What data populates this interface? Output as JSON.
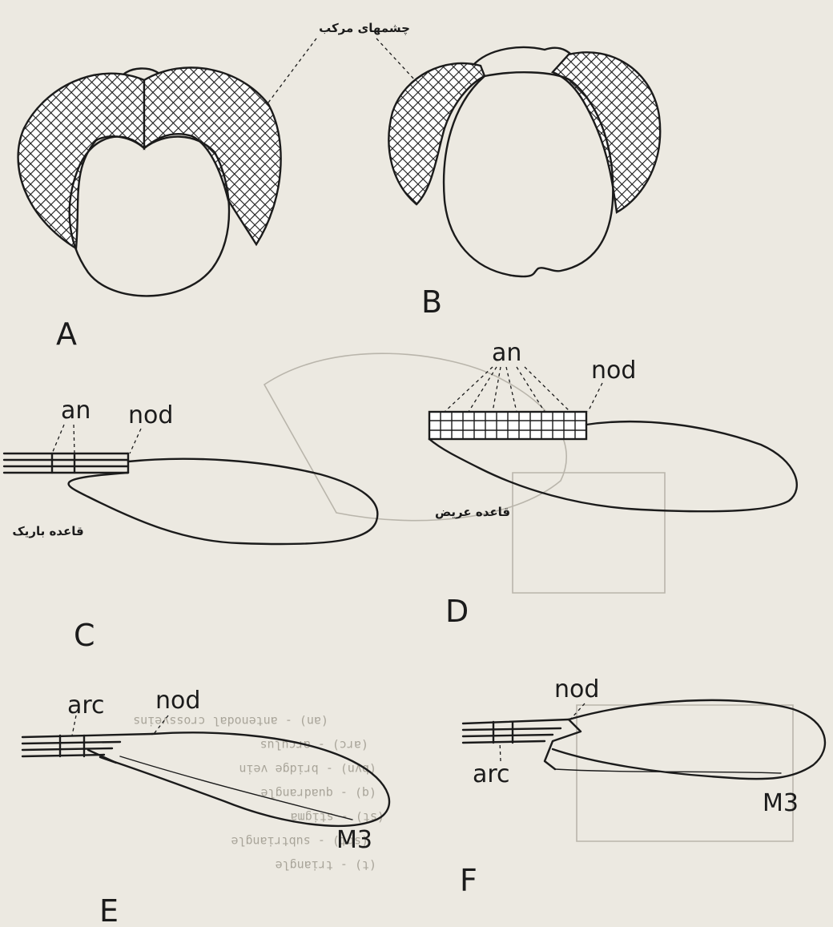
{
  "labels": {
    "compound_eyes": "چشمهای مرکب",
    "panel_a": "A",
    "panel_b": "B",
    "panel_c": "C",
    "panel_d": "D",
    "panel_e": "E",
    "panel_f": "F",
    "ant_c": "an",
    "nod_c": "nod",
    "narrow_base": "قاعده باریک",
    "ant_d": "an",
    "nod_d": "nod",
    "wide_base": "قاعده عریض",
    "arc_e": "arc",
    "nod_e": "nod",
    "m3_e": "M3",
    "arc_f": "arc",
    "nod_f": "nod",
    "m3_f": "M3"
  },
  "colors": {
    "ink": "#1b1b1b",
    "paper": "#ece9e1",
    "bleed": "#b9b5ab"
  }
}
